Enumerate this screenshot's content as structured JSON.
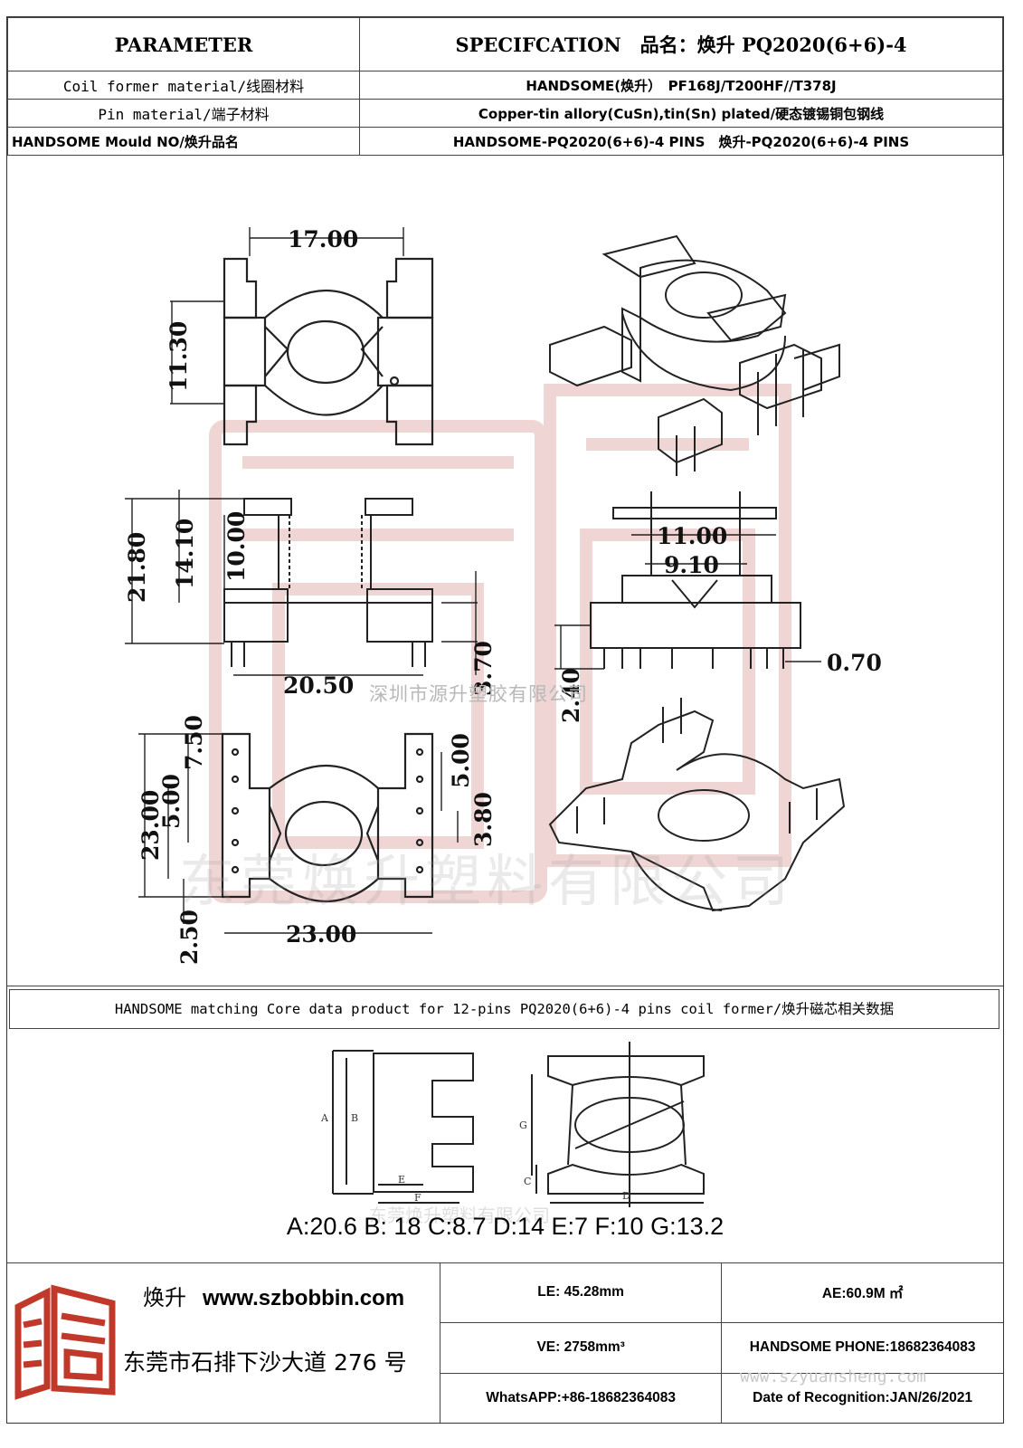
{
  "header": {
    "parameter": "PARAMETER",
    "specification": "SPECIFCATION　品名：焕升 PQ2020(6+6)-4",
    "rows": [
      {
        "label": "Coil former material/线圈材料",
        "value": "HANDSOME(焕升）　PF168J/T200HF//T378J"
      },
      {
        "label": "Pin material/端子材料",
        "value": "Copper-tin allory(CuSn),tin(Sn) plated/硬态镀锡铜包钢线"
      },
      {
        "label": "HANDSOME Mould NO/焕升品名",
        "value": "HANDSOME-PQ2020(6+6)-4 PINS　焕升-PQ2020(6+6)-4 PINS"
      }
    ]
  },
  "drawing": {
    "dims_top": {
      "width": "17.00",
      "height": "11.30"
    },
    "dims_side_left": {
      "total": "21.80",
      "h1": "14.10",
      "h2": "10.00",
      "base": "20.50",
      "pin": "3.70"
    },
    "dims_side_right": {
      "w1": "11.00",
      "w2": "9.10",
      "pin_dia": "0.70",
      "pin_len": "2.40"
    },
    "dims_bottom": {
      "total": "23.00",
      "p1": "7.50",
      "p2": "5.00",
      "p3": "5.00",
      "p4": "3.80",
      "edge": "2.50",
      "width": "23.00"
    },
    "watermark_small": "深圳市源升塑胶有限公司",
    "watermark_large": "东莞焕升塑料有限公司"
  },
  "matching": {
    "text": "HANDSOME matching Core data  product for 12-pins PQ2020(6+6)-4 pins coil former/焕升磁芯相关数据"
  },
  "core": {
    "letters": [
      "A",
      "B",
      "C",
      "D",
      "E",
      "F",
      "G"
    ],
    "dims_text": "A:20.6 B: 18 C:8.7 D:14 E:7 F:10 G:13.2",
    "watermark": "东莞焕升塑料有限公司"
  },
  "footer": {
    "brand": "焕升",
    "url": "www.szbobbin.com",
    "address": "东莞市石排下沙大道 276 号",
    "cells": [
      [
        "LE: 45.28mm",
        "AE:60.9M ㎡"
      ],
      [
        "VE: 2758mm³",
        "HANDSOME PHONE:18682364083"
      ],
      [
        "WhatsAPP:+86-18682364083",
        "Date of Recognition:JAN/26/2021"
      ]
    ],
    "watermark": "www.szyuansheng.com"
  },
  "colors": {
    "logo_red": "#c0392b",
    "line": "#222222"
  }
}
